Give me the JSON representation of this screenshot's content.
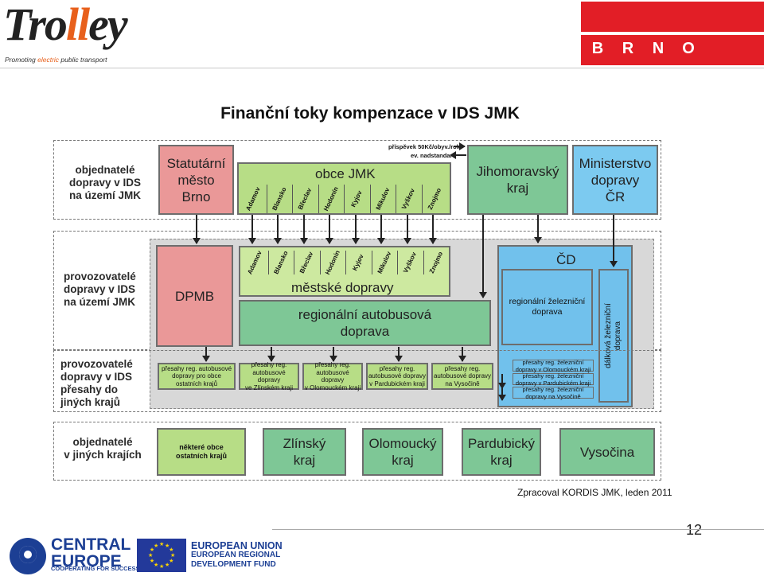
{
  "header": {
    "logo_word_a": "Tro",
    "logo_word_b": "ll",
    "logo_word_c": "ey",
    "logo_tag_a": "Promoting ",
    "logo_tag_b": "electric",
    "logo_tag_c": " public transport",
    "city_letters": [
      "B",
      "R",
      "N",
      "O"
    ]
  },
  "title": "Finanční toky kompenzace v IDS JMK",
  "row_labels": {
    "ordering": "objednatelé\ndopravy v IDS\nna území JMK",
    "operators": "provozovatelé\ndopravy v IDS\nna území JMK",
    "overlaps": "provozovatelé\ndopravy v IDS\npřesahy do\njiných krajů",
    "other_regions": "objednatelé\nv jiných krajích"
  },
  "top_row": {
    "brno": "Statutární\nměsto\nBrno",
    "obce": "obce JMK",
    "towns": [
      "Adamov",
      "Blansko",
      "Břeclav",
      "Hodonín",
      "Kyjov",
      "Mikulov",
      "Vyškov",
      "Znojmo"
    ],
    "contribution": "příspěvek 50Kč/obyv./rok",
    "above_standard": "ev. nadstandard",
    "jmk": "Jihomoravský\nkraj",
    "ministry": "Ministerstvo\ndopravy\nČR"
  },
  "operators_row": {
    "dpmb": "DPMB",
    "towns": [
      "Adamov",
      "Blansko",
      "Břeclav",
      "Hodonín",
      "Kyjov",
      "Mikulov",
      "Vyškov",
      "Znojmo"
    ],
    "city_transport": "městské dopravy",
    "regional_bus": "regionální autobusová\ndoprava",
    "cd": "ČD",
    "regional_rail": "regionální železniční\ndoprava",
    "long_distance_rail": "dálková železniční\ndoprava"
  },
  "overlaps_row": {
    "boxes": [
      "přesahy reg. autobusové\ndopravy pro obce\nostatních krajů",
      "přesahy reg.\nautobusové dopravy\nve Zlínském kraji",
      "přesahy reg.\nautobusové dopravy\nv Olomouckém kraji",
      "přesahy reg.\nautobusové dopravy\nv Pardubickém kraji",
      "přesahy reg.\nautobusové dopravy\nna Vysočině"
    ],
    "rail_boxes": [
      "přesahy reg. železniční\ndopravy v Olomouckém kraji",
      "přesahy reg. železniční\ndopravy v Pardubickém kraji",
      "přesahy reg. železniční\ndopravy na Vysočině"
    ]
  },
  "other_regions_row": {
    "boxes": [
      "některé obce\nostatních krajů",
      "Zlínský\nkraj",
      "Olomoucký\nkraj",
      "Pardubický\nkraj",
      "Vysočina"
    ]
  },
  "credit": "Zpracoval KORDIS JMK, leden 2011",
  "page_number": "12",
  "footer": {
    "ce_line1": "CENTRAL",
    "ce_line2": "EUROPE",
    "ce_tagline": "COOPERATING FOR SUCCESS.",
    "eu_line1": "EUROPEAN UNION",
    "eu_line2": "EUROPEAN REGIONAL",
    "eu_line3": "DEVELOPMENT FUND"
  },
  "colors": {
    "red_box": "#ea9898",
    "green_box": "#7ec796",
    "light_green_box": "#b7dd86",
    "blue_box": "#71c1ec",
    "brno_red": "#e21e26",
    "eu_blue": "#23399a"
  }
}
